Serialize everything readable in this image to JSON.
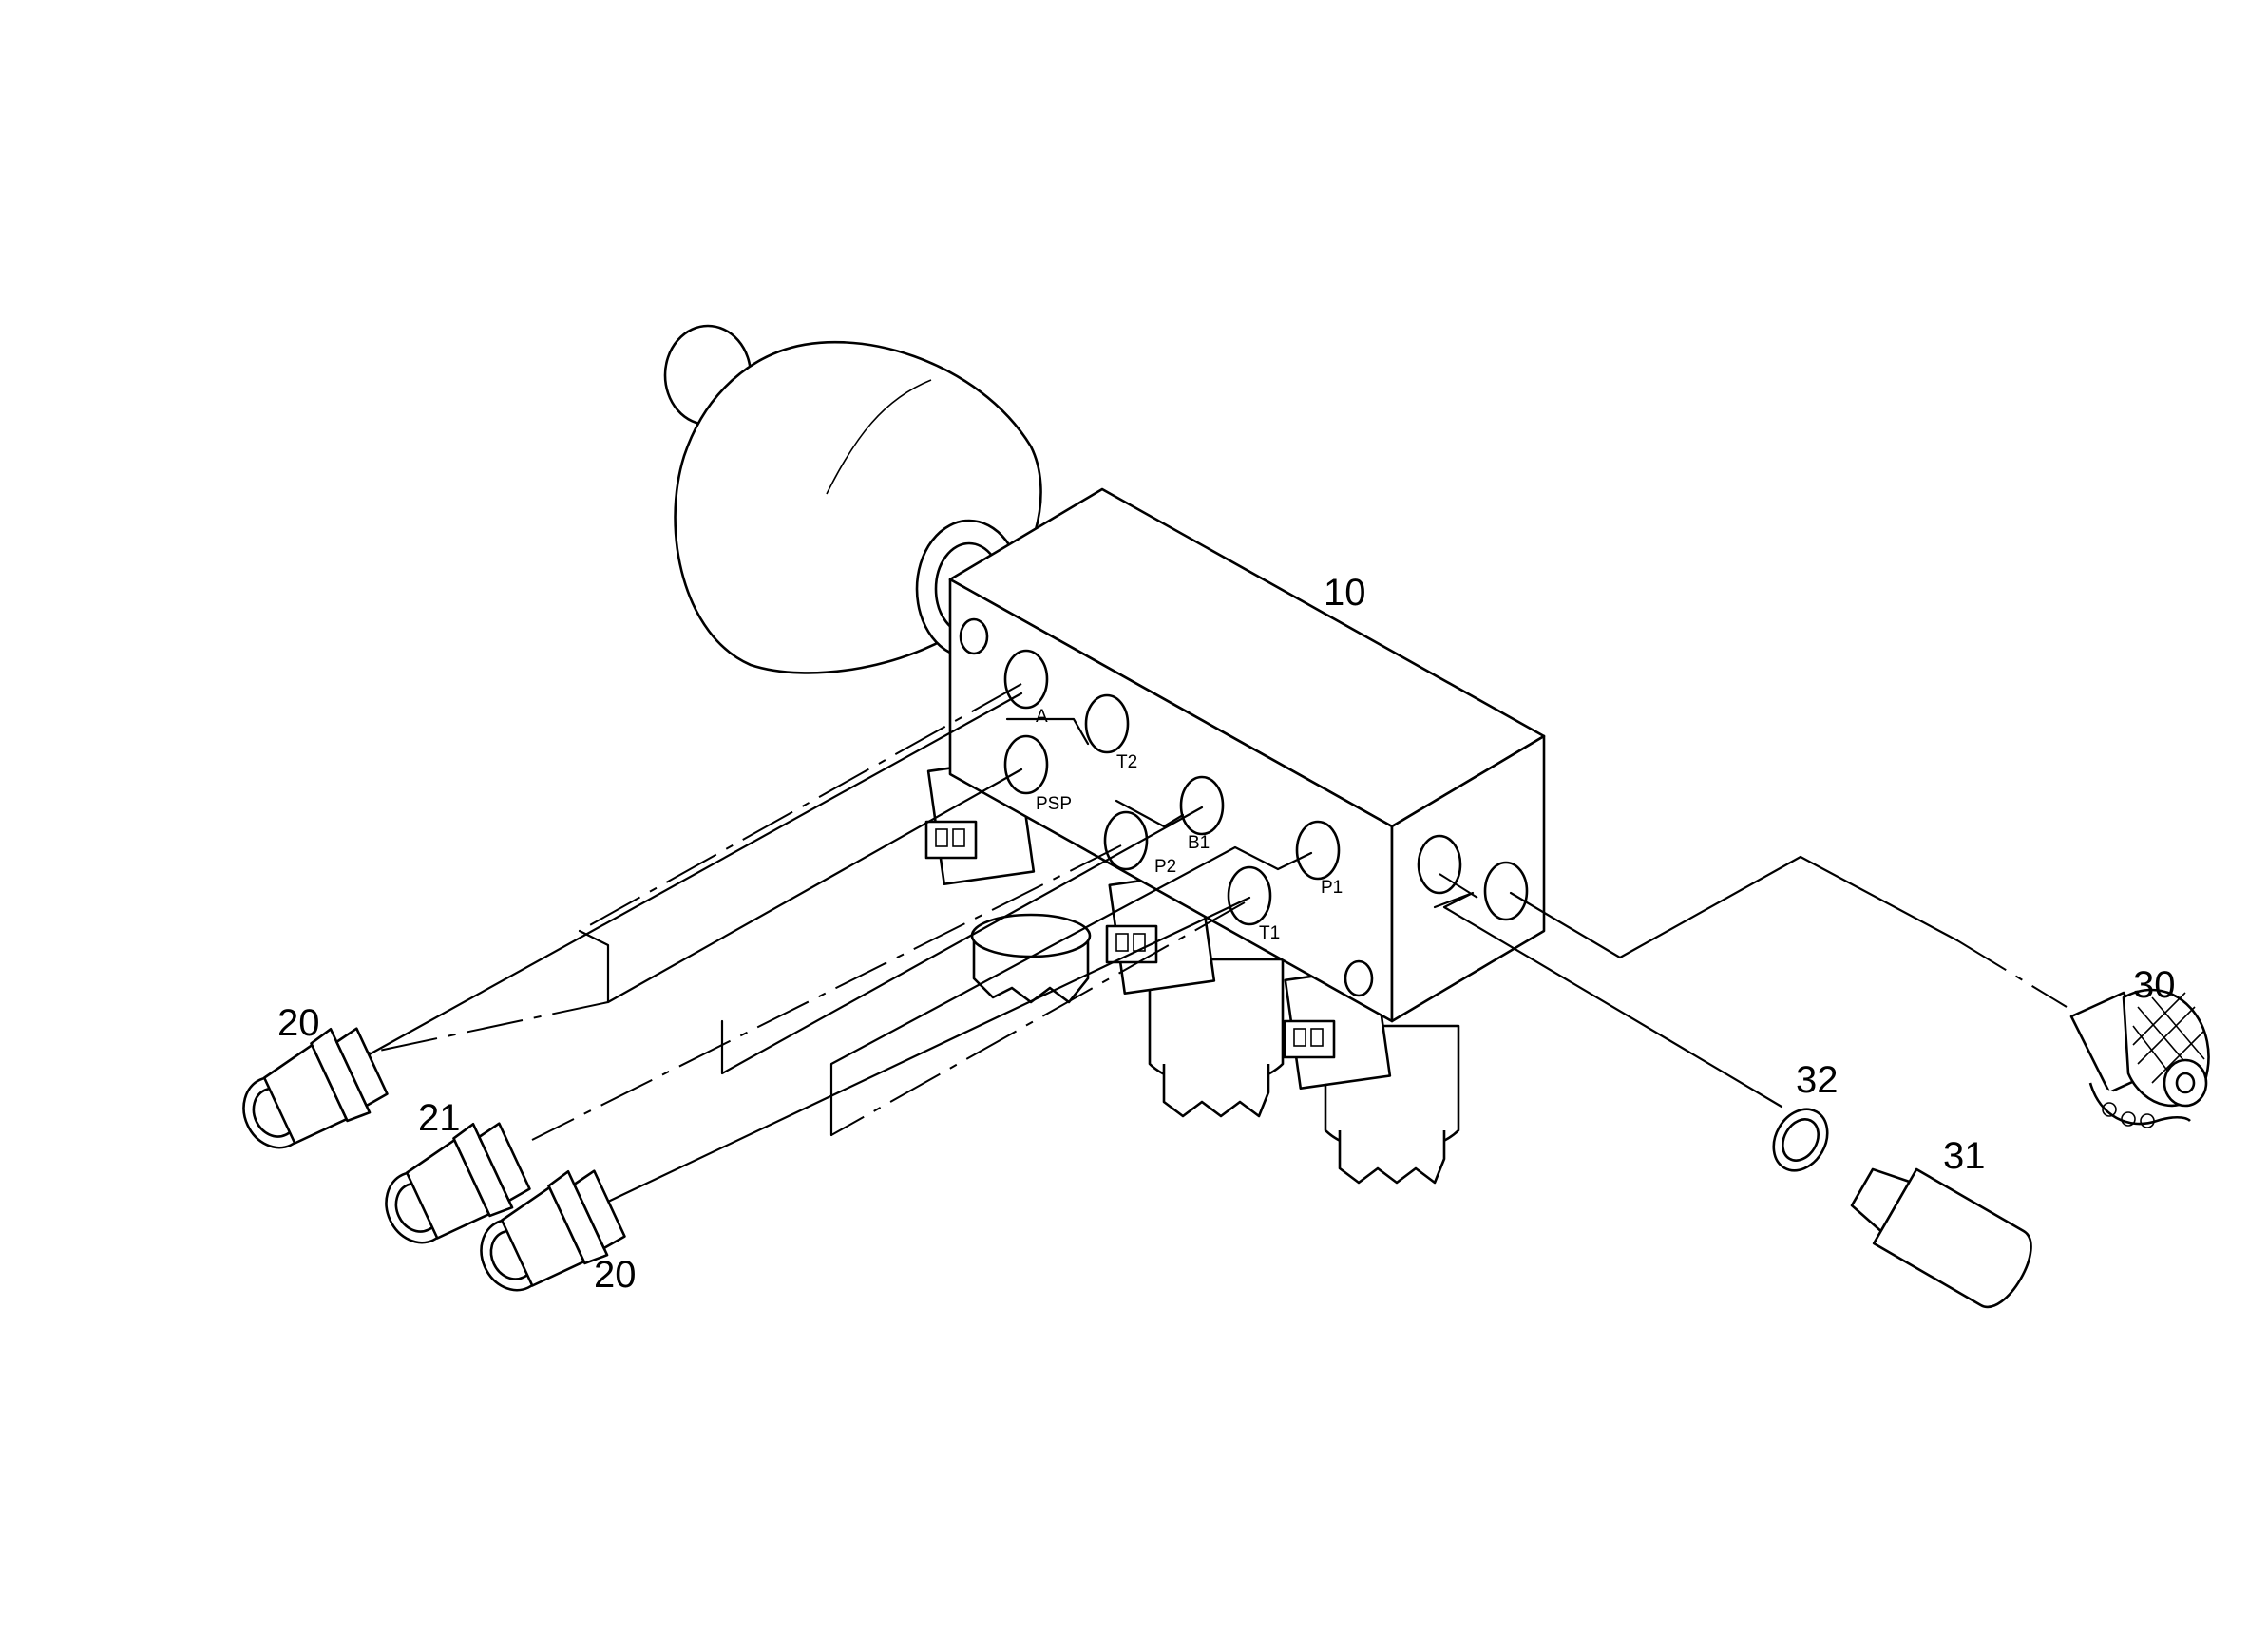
{
  "callouts": {
    "block": "10",
    "fitting_top_left": "20",
    "fitting_middle": "21",
    "fitting_bottom": "20",
    "filter_connector": "30",
    "plug": "31",
    "seal_ring": "32"
  },
  "ports": {
    "a": "A",
    "t2": "T2",
    "psp": "PSP",
    "b1": "B1",
    "p2": "P2",
    "p1": "P1",
    "t1": "T1"
  }
}
